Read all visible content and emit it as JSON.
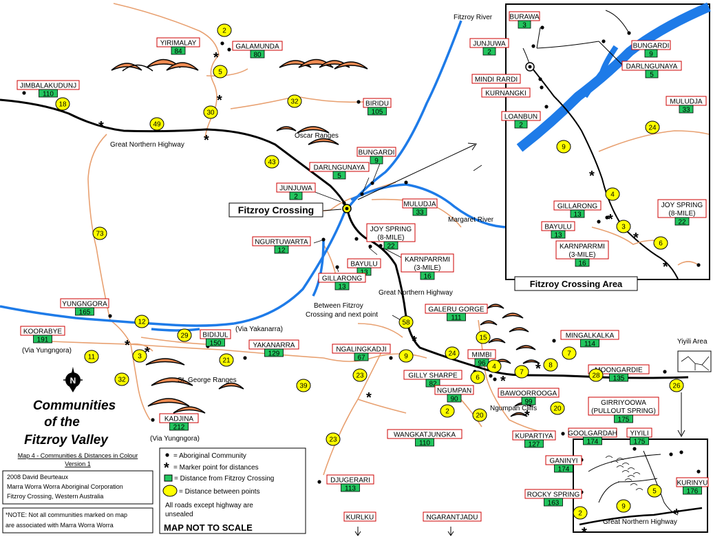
{
  "rivers": {
    "fitzroy": "Fitzroy River",
    "margaret": "Margaret River"
  },
  "roads": {
    "highway": "Great Northern Highway",
    "highway2": "Great Northern Highway"
  },
  "places": {
    "fitzroy_crossing": "Fitzroy Crossing",
    "oscar_ranges": "Oscar Ranges",
    "st_george_ranges": "St. George Ranges",
    "ngumpan_cliffs": "Ngumpan Cliffs",
    "yiyili_area": "Yiyili Area",
    "fitzroy_area": "Fitzroy Crossing Area",
    "between_points": "Between Fitzroy",
    "between_points2": "Crossing and next point",
    "via_yakanarra": "(Via Yakanarra)",
    "via_yungngora1": "(Via Yungngora)",
    "via_yungngora2": "(Via Yungngora)"
  },
  "title": {
    "line1": "Communities",
    "line2": "of the",
    "line3": "Fitzroy Valley"
  },
  "map_info": {
    "line1": "Map 4 - Communities & Distances in Colour",
    "line2": "Version 1"
  },
  "credits": {
    "line1": "2008 David Beurteaux",
    "line2": "Marra Worra Worra Aboriginal Corporation",
    "line3": "Fitzroy Crossing, Western Australia"
  },
  "note": {
    "line1": "*NOTE: Not all communities marked on map",
    "line2": "are associated with Marra Worra Worra"
  },
  "legend": {
    "community": "= Aboriginal Community",
    "marker": "= Marker point for distances",
    "distance_fc": "= Distance from Fitzroy Crossing",
    "distance_pts": "= Distance between points",
    "roads_note1": "All roads except highway are",
    "roads_note2": "unsealed",
    "not_to_scale": "MAP NOT TO SCALE"
  },
  "north": "N",
  "communities": {
    "yirimalay": {
      "name": "YIRIMALAY",
      "dist": "84"
    },
    "galamunda": {
      "name": "GALAMUNDA",
      "dist": "80"
    },
    "jimbalakudunj": {
      "name": "JIMBALAKUDUNJ",
      "dist": "110"
    },
    "biridu": {
      "name": "BIRIDU",
      "dist": "105"
    },
    "bungardi": {
      "name": "BUNGARDI",
      "dist": "9"
    },
    "darlngunaya": {
      "name": "DARLNGUNAYA",
      "dist": "5"
    },
    "junjuwa": {
      "name": "JUNJUWA",
      "dist": "2"
    },
    "muludja": {
      "name": "MULUDJA",
      "dist": "33"
    },
    "joy_spring": {
      "name1": "JOY SPRING",
      "name2": "(8-MILE)",
      "dist": "22"
    },
    "ngurtuwarta": {
      "name": "NGURTUWARTA",
      "dist": "12"
    },
    "karnparrmi": {
      "name1": "KARNPARRMI",
      "name2": "(3-MILE)",
      "dist": "16"
    },
    "bayulu": {
      "name": "BAYULU",
      "dist": "13"
    },
    "gillarong": {
      "name": "GILLARONG",
      "dist": "13"
    },
    "yungngora": {
      "name": "YUNGNGORA",
      "dist": "165"
    },
    "koorabye": {
      "name": "KOORABYE",
      "dist": "191"
    },
    "bidijul": {
      "name": "BIDIJUL",
      "dist": "150"
    },
    "yakanarra": {
      "name": "YAKANARRA",
      "dist": "129"
    },
    "kadjina": {
      "name": "KADJINA",
      "dist": "212"
    },
    "galeru_gorge": {
      "name": "GALERU GORGE",
      "dist": "111"
    },
    "ngalingkadji": {
      "name": "NGALINGKADJI",
      "dist": "67"
    },
    "mimbi": {
      "name": "MIMBI",
      "dist": "96"
    },
    "gilly_sharpe": {
      "name": "GILLY SHARPE",
      "dist": "82"
    },
    "ngumpan": {
      "name": "NGUMPAN",
      "dist": "90"
    },
    "bawoorrooga": {
      "name": "BAWOORROOGA",
      "dist": "99"
    },
    "wangkatjungka": {
      "name": "WANGKATJUNGKA",
      "dist": "110"
    },
    "djugerari": {
      "name": "DJUGERARI",
      "dist": "113"
    },
    "kurlku": {
      "name": "KURLKU"
    },
    "ngarantjadu": {
      "name": "NGARANTJADU"
    },
    "mingalkalka": {
      "name": "MINGALKALKA",
      "dist": "114"
    },
    "moongardie": {
      "name": "MOONGARDIE",
      "dist": "135"
    },
    "kupartiya": {
      "name": "KUPARTIYA",
      "dist": "127"
    },
    "girriyoowa": {
      "name1": "GIRRIYOOWA",
      "name2": "(PULLOUT SPRING)",
      "dist": "175"
    },
    "goolgardah": {
      "name": "GOOLGARDAH",
      "dist": "174"
    },
    "yiyili": {
      "name": "YIYILI",
      "dist": "175"
    },
    "ganinyi": {
      "name": "GANINYI",
      "dist": "174"
    },
    "rocky_spring": {
      "name": "ROCKY SPRING",
      "dist": "163"
    },
    "kurinyu": {
      "name": "KURINYU",
      "dist": "176"
    },
    "burawa": {
      "name": "BURAWA",
      "dist": "3"
    },
    "i_junjuwa": {
      "name": "JUNJUWA",
      "dist": "2"
    },
    "i_bungardi": {
      "name": "BUNGARDI",
      "dist": "9"
    },
    "i_darlngunaya": {
      "name": "DARLNGUNAYA",
      "dist": "5"
    },
    "mindi_rardi": {
      "name": "MINDI RARDI"
    },
    "kurnangki": {
      "name": "KURNANGKI"
    },
    "loanbun": {
      "name": "LOANBUN",
      "dist": "2"
    },
    "i_muludja": {
      "name": "MULUDJA",
      "dist": "33"
    },
    "i_gillarong": {
      "name": "GILLARONG",
      "dist": "13"
    },
    "i_joy_spring": {
      "name1": "JOY SPRING",
      "name2": "(8-MILE)",
      "dist": "22"
    },
    "i_bayulu": {
      "name": "BAYULU",
      "dist": "13"
    },
    "i_karnparrmi": {
      "name1": "KARNPARRMI",
      "name2": "(3-MILE)",
      "dist": "16"
    }
  },
  "point_distances": {
    "p2_top": "2",
    "p5_top": "5",
    "p30": "30",
    "p32_top": "32",
    "p18": "18",
    "p49": "49",
    "p43": "43",
    "p73": "73",
    "p12": "12",
    "p29": "29",
    "p3": "3",
    "p11": "11",
    "p32_left": "32",
    "p21": "21",
    "p39": "39",
    "p58": "58",
    "p9_mid": "9",
    "p23_a": "23",
    "p23_b": "23",
    "p15": "15",
    "p24": "24",
    "p4": "4",
    "p6": "6",
    "p7_a": "7",
    "p8": "8",
    "p7_b": "7",
    "p28": "28",
    "p26": "26",
    "p2_ngumpan": "2",
    "p20_a": "20",
    "p20_b": "20",
    "i_p9": "9",
    "i_p24": "24",
    "i_p4": "4",
    "i_p3": "3",
    "i_p6": "6",
    "y_p5": "5",
    "y_p2": "2",
    "y_p9": "9"
  },
  "colors": {
    "river": "#1e7be8",
    "road": "#e8a070",
    "highway": "#000000",
    "dist_box": "#22c55e",
    "point": "#ffff00",
    "name_border": "#cc0000",
    "range": "#ef8b52"
  }
}
